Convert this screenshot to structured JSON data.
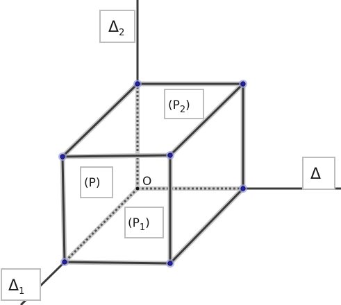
{
  "labels": {
    "delta": "Δ",
    "delta_1_base": "Δ",
    "delta_1_sub": "1",
    "delta_2_base": "Δ",
    "delta_2_sub": "2",
    "origin": "O",
    "plane_p": "(P)",
    "plane_p1_base": "(P",
    "plane_p1_sub": "1",
    "plane_p1_close": ")",
    "plane_p2_base": "(P",
    "plane_p2_sub": "2",
    "plane_p2_close": ")"
  },
  "colors": {
    "edge": "#3a3a3a",
    "edge_halo": "#c8c8c8",
    "vertex": "#1f1fb4",
    "vertex_halo": "#9a9ae6",
    "label_border": "#bdbdbd"
  }
}
